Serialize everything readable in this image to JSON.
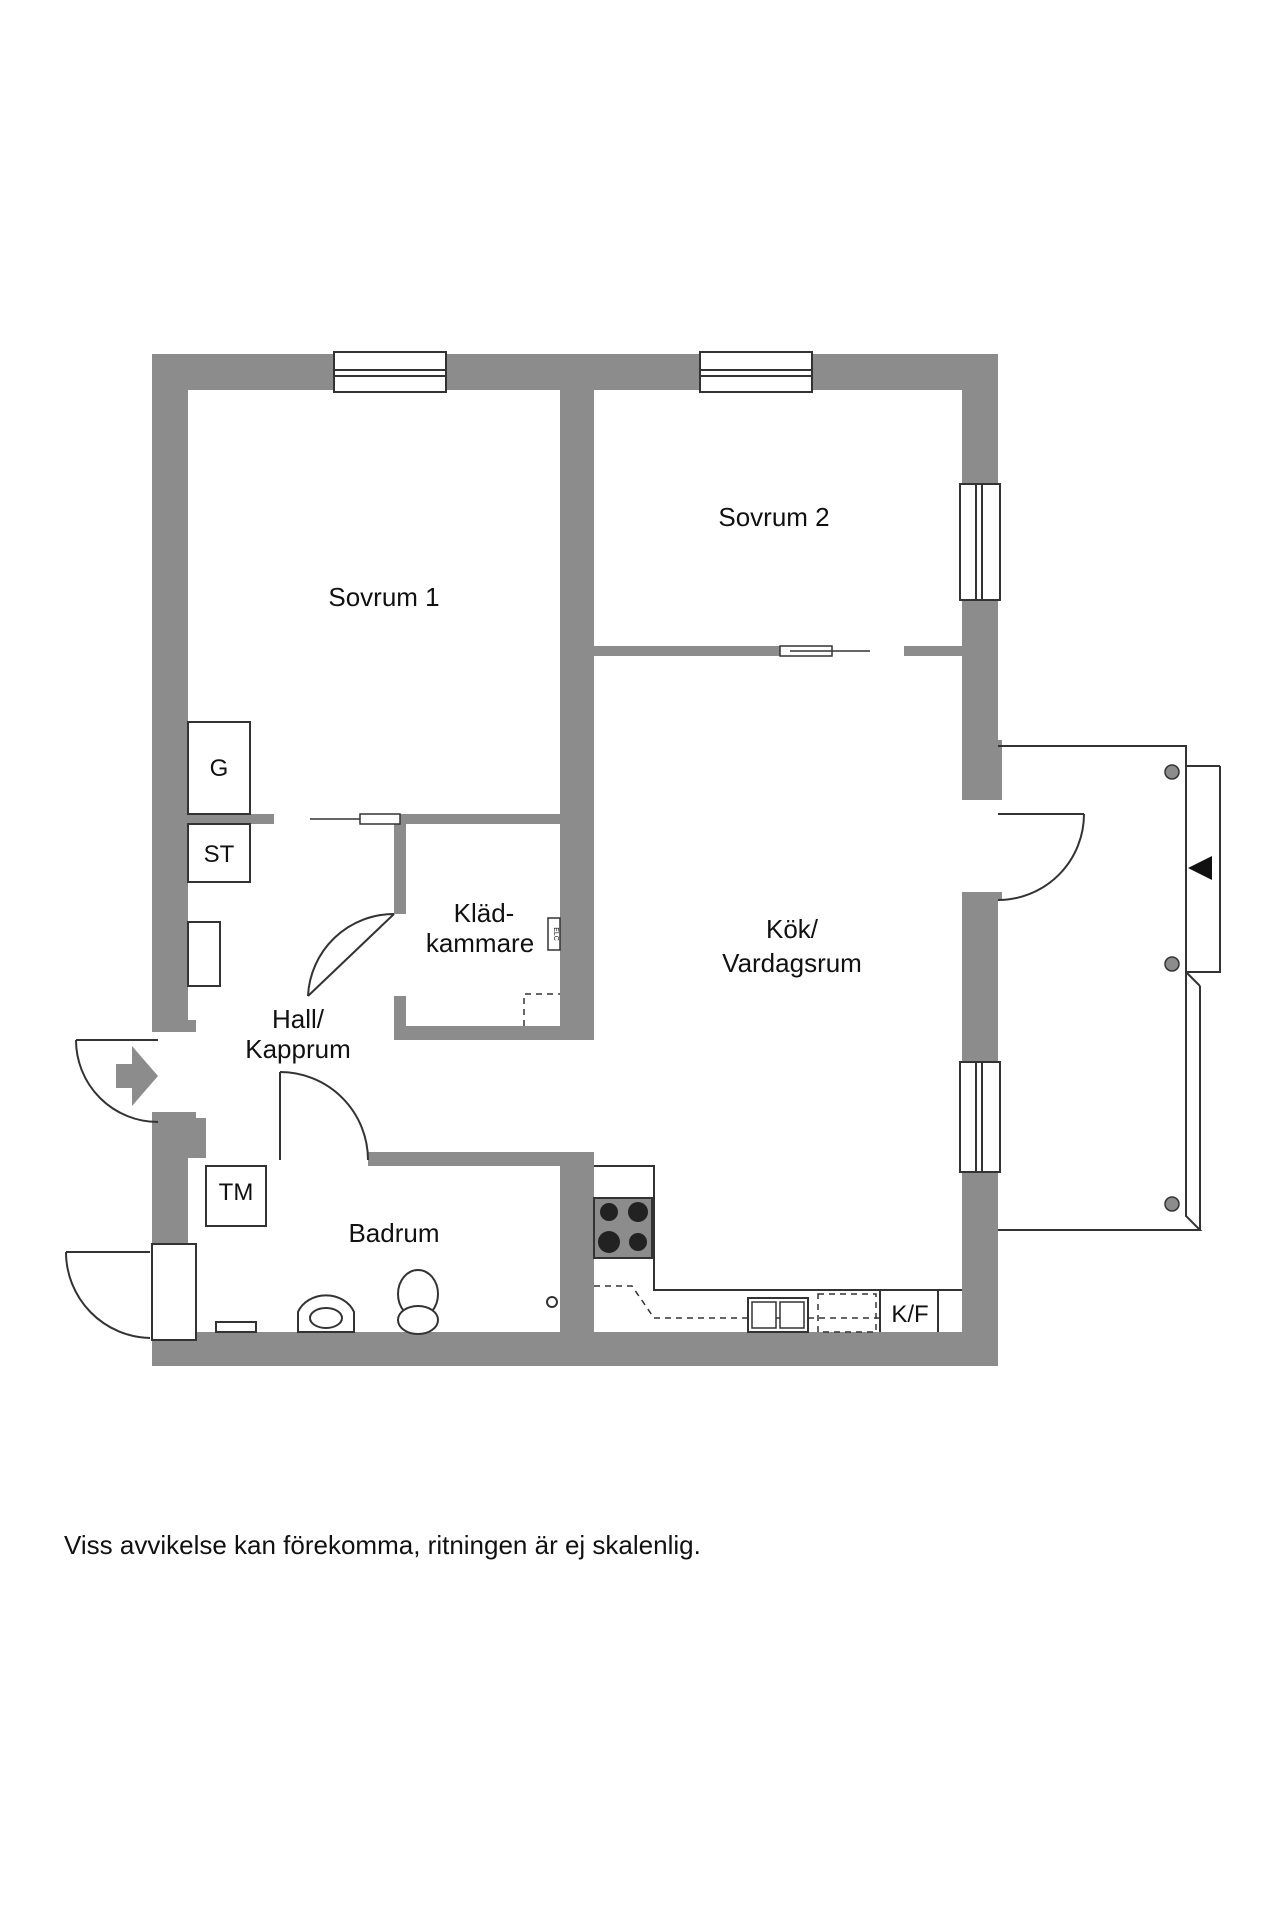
{
  "rooms": {
    "sovrum1": "Sovrum 1",
    "sovrum2": "Sovrum 2",
    "klad_line1": "Kläd-",
    "klad_line2": "kammare",
    "hall_line1": "Hall/",
    "hall_line2": "Kapprum",
    "kok_line1": "Kök/",
    "kok_line2": "Vardagsrum",
    "badrum": "Badrum"
  },
  "fixtures": {
    "g": "G",
    "st": "ST",
    "tm": "TM",
    "kf": "K/F",
    "elc": "ELC"
  },
  "disclaimer": "Viss avvikelse kan förekomma, ritningen är ej skalenlig.",
  "colors": {
    "wall": "#8c8c8c",
    "line": "#333333",
    "background": "#ffffff"
  }
}
